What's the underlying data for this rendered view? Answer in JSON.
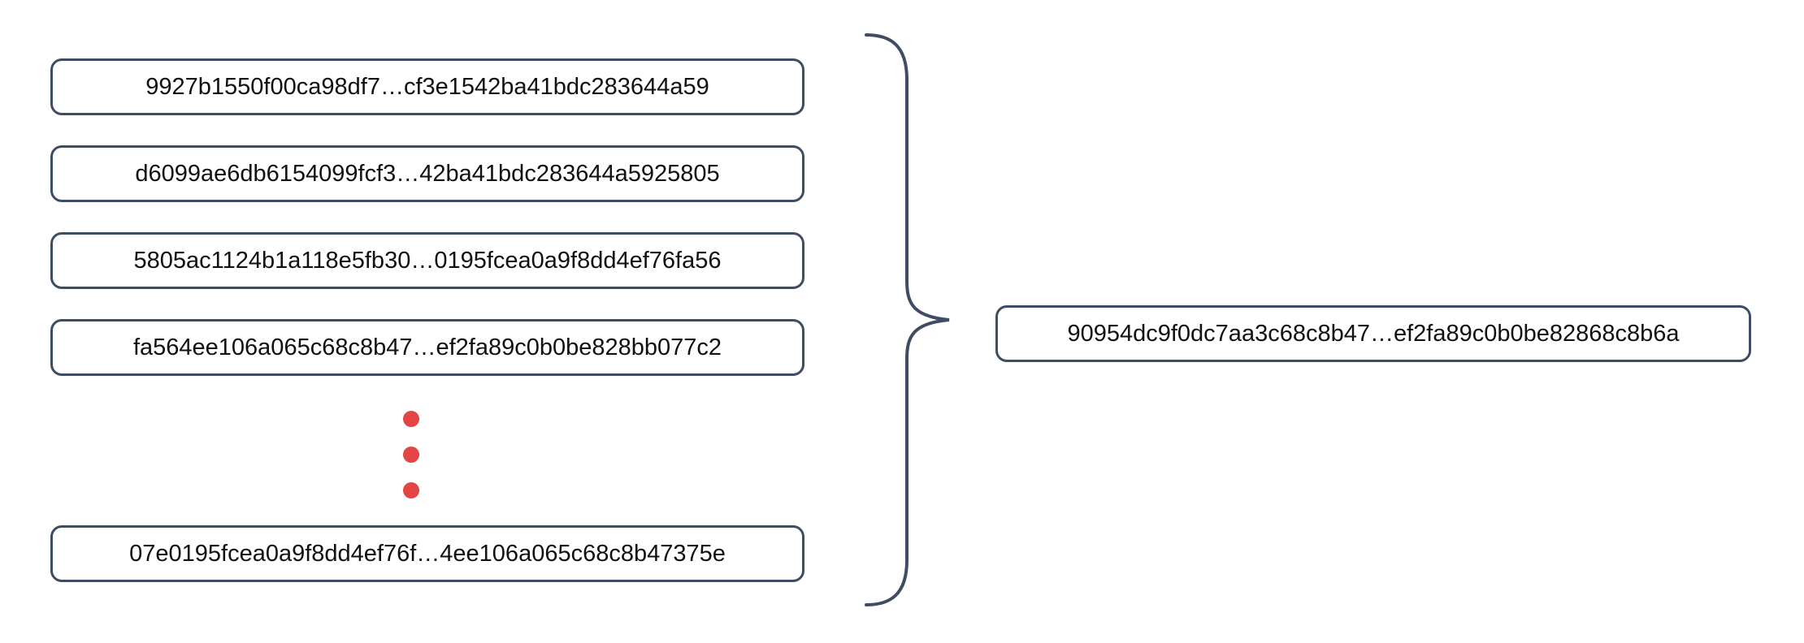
{
  "diagram": {
    "left_hashes": [
      "9927b1550f00ca98df7…cf3e1542ba41bdc283644a59",
      "d6099ae6db6154099fcf3…42ba41bdc283644a5925805",
      "5805ac1124b1a118e5fb30…0195fcea0a9f8dd4ef76fa56",
      "fa564ee106a065c68c8b47…ef2fa89c0b0be828bb077c2",
      "07e0195fcea0a9f8dd4ef76f…4ee106a065c68c8b47375e"
    ],
    "result_hash": "90954dc9f0dc7aa3c68c8b47…ef2fa89c0b0be82868c8b6a",
    "ellipsis_dot_count": 3
  },
  "colors": {
    "box_border": "#3F4D63",
    "dot_red": "#E34444",
    "text": "#111111",
    "background": "#FFFFFF"
  }
}
